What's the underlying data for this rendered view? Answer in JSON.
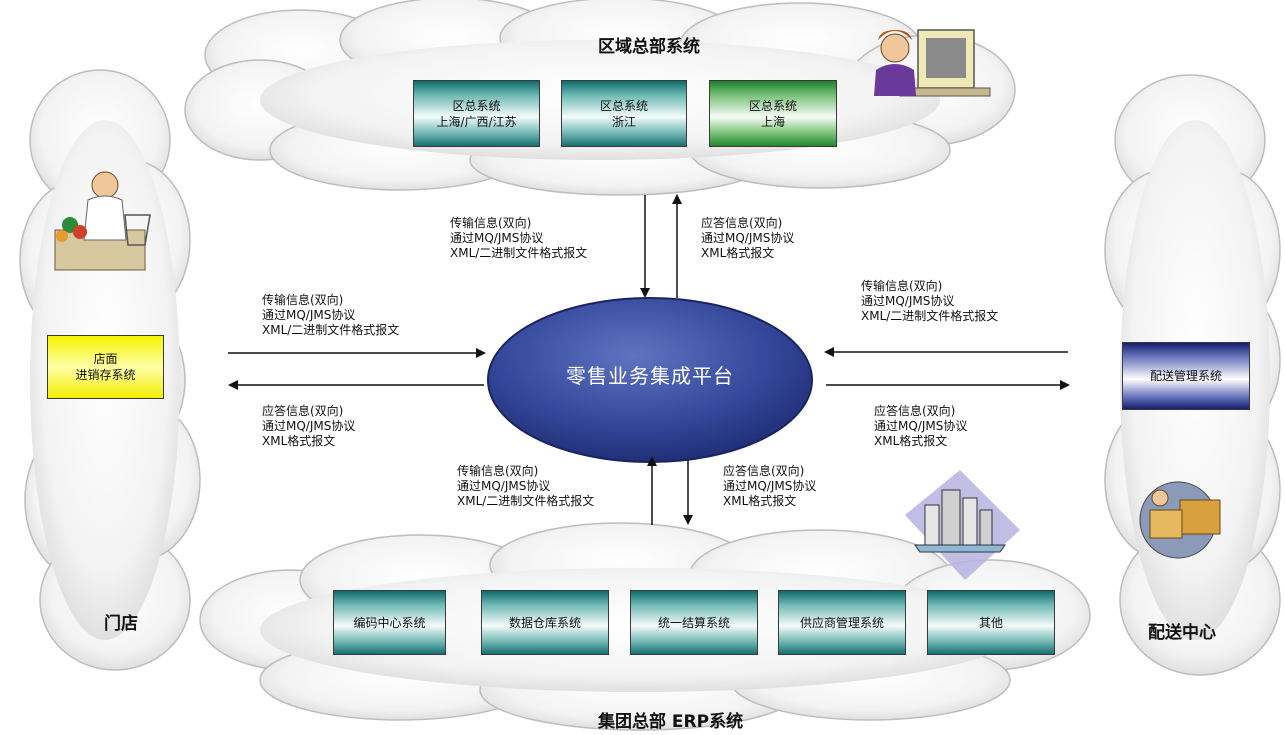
{
  "regional": {
    "title": "区域总部系统",
    "systems": [
      {
        "line1": "区总系统",
        "line2": "上海/广西/江苏"
      },
      {
        "line1": "区总系统",
        "line2": "浙江"
      },
      {
        "line1": "区总系统",
        "line2": "上海"
      }
    ]
  },
  "center": {
    "label": "零售业务集成平台"
  },
  "store": {
    "title": "门店",
    "system": {
      "line1": "店面",
      "line2": "进销存系统"
    }
  },
  "distribution": {
    "title": "配送中心",
    "system": "配送管理系统"
  },
  "group": {
    "title": "集团总部 ERP系统",
    "systems": [
      "编码中心系统",
      "数据仓库系统",
      "统一结算系统",
      "供应商管理系统",
      "其他"
    ]
  },
  "messages": {
    "top_left": [
      "传输信息(双向)",
      "通过MQ/JMS协议",
      "XML/二进制文件格式报文"
    ],
    "top_right": [
      "应答信息(双向)",
      "通过MQ/JMS协议",
      "XML格式报文"
    ],
    "left_upper": [
      "传输信息(双向)",
      "通过MQ/JMS协议",
      "XML/二进制文件格式报文"
    ],
    "left_lower": [
      "应答信息(双向)",
      "通过MQ/JMS协议",
      "XML格式报文"
    ],
    "right_upper": [
      "传输信息(双向)",
      "通过MQ/JMS协议",
      "XML/二进制文件格式报文"
    ],
    "right_lower": [
      "应答信息(双向)",
      "通过MQ/JMS协议",
      "XML格式报文"
    ],
    "bottom_left": [
      "传输信息(双向)",
      "通过MQ/JMS协议",
      "XML/二进制文件格式报文"
    ],
    "bottom_right": [
      "应答信息(双向)",
      "通过MQ/JMS协议",
      "XML格式报文"
    ]
  },
  "icons": [
    "office-worker-icon",
    "shop-clerk-icon",
    "city-buildings-icon",
    "delivery-goods-icon"
  ],
  "colors": {
    "platform": "#2e3f8f",
    "teal_box": "#1a7a76",
    "green_box": "#2a8a34",
    "yellow_box": "#f5f000",
    "blue_box": "#1c2578"
  }
}
